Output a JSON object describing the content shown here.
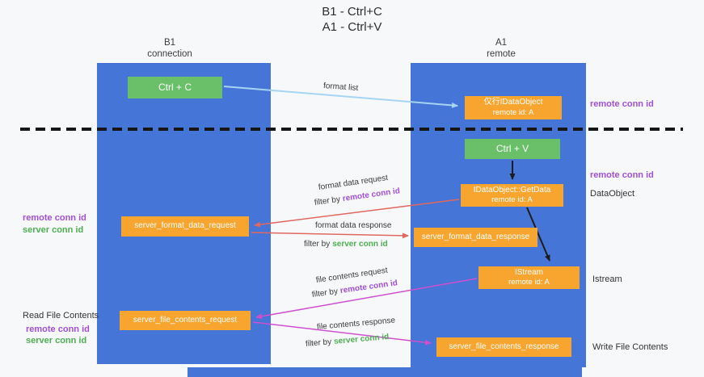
{
  "title": {
    "line1": "B1 - Ctrl+C",
    "line2": "A1 - Ctrl+V"
  },
  "lanes": {
    "left": {
      "name": "B1",
      "role": "connection"
    },
    "right": {
      "name": "A1",
      "role": "remote"
    }
  },
  "boxes": {
    "ctrl_c": {
      "label": "Ctrl + C"
    },
    "ctrl_v": {
      "label": "Ctrl + V"
    },
    "idataobject": {
      "line1": "仅行IDataObject",
      "line2": "remote id: A"
    },
    "getdata": {
      "line1": "IDataObject::GetData",
      "line2": "remote id: A"
    },
    "istream": {
      "line1": "IStream",
      "line2": "remote id: A"
    },
    "format_request": {
      "label": "server_format_data_request"
    },
    "format_response": {
      "label": "server_format_data_response"
    },
    "file_request": {
      "label": "server_file_contents_request"
    },
    "file_response": {
      "label": "server_file_contents_response"
    }
  },
  "arrow_labels": {
    "format_list": "format list",
    "format_data_request": "format data request",
    "format_data_response": "format data response",
    "file_contents_request": "file contents request",
    "file_contents_response": "file contents response",
    "filter_by": "filter by"
  },
  "side_labels": {
    "remote_conn_id": "remote conn id",
    "server_conn_id": "server conn id",
    "dataobject": "DataObject",
    "istream": "Istream",
    "read_file_contents": "Read File Contents",
    "write_file_contents": "Write File Contents"
  },
  "colors": {
    "lane_blue": "#4575d6",
    "box_green": "#6abf69",
    "box_orange": "#f7a52f",
    "arrow_blue": "#a5d5f2",
    "arrow_red": "#e0685e",
    "arrow_magenta": "#cf4fcf",
    "arrow_black": "#1c1c1c",
    "text_purple": "#a14fd6",
    "text_green": "#4caf50",
    "background": "#f7f8fa"
  }
}
